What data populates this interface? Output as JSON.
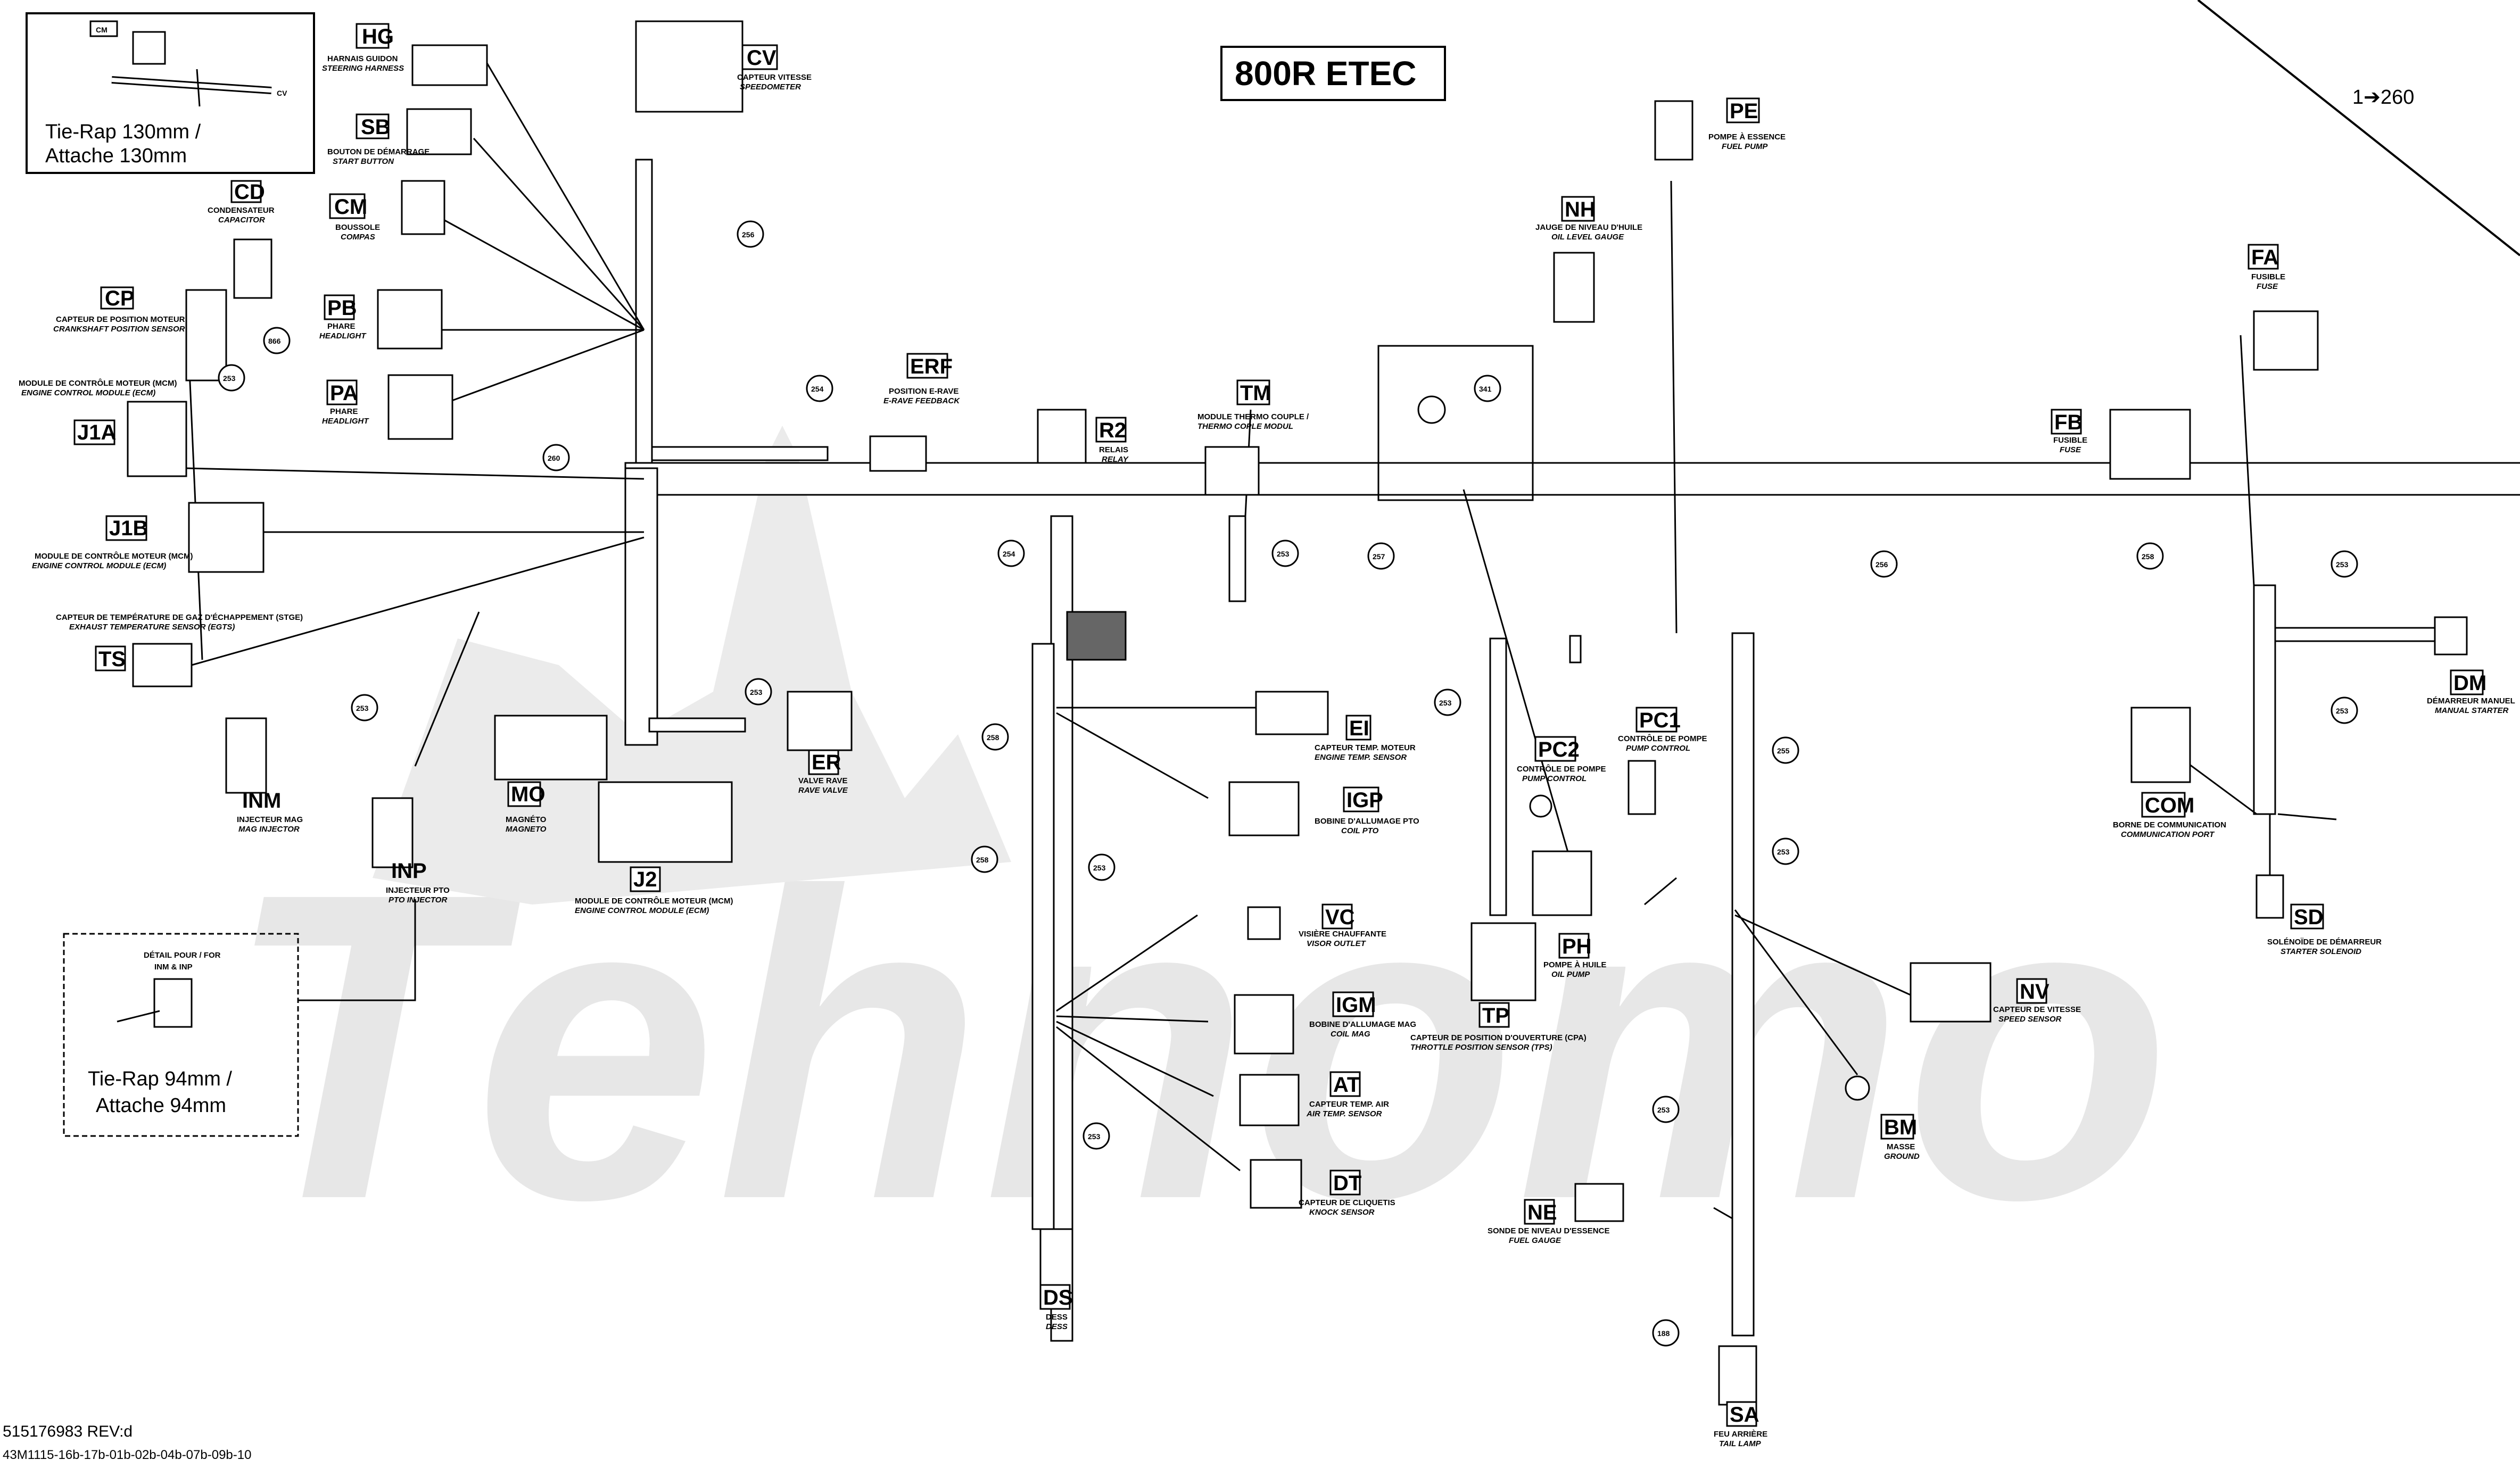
{
  "title": "800R ETEC",
  "revision": "515176983 REV:d",
  "sheet_code": "43M1115-16b-17b-01b-02b-04b-07b-09b-10",
  "watermark": "Tehnomo",
  "corner_ref": "1➔260",
  "detail_cm": {
    "tag": "CM",
    "tie_wrap": "Tie-Rap 130mm /",
    "tie_wrap2": "Attache 130mm",
    "cv_tag": "CV"
  },
  "detail_inm": {
    "header1": "DÉTAIL POUR / FOR",
    "header2": "INM & INP",
    "tie_wrap": "Tie-Rap 94mm /",
    "tie_wrap2": "Attache 94mm"
  },
  "connectors": {
    "HG": {
      "code": "HG",
      "fr": "HARNAIS GUIDON",
      "en": "STEERING HARNESS"
    },
    "SB": {
      "code": "SB",
      "fr": "BOUTON DE DÉMARRAGE",
      "en": "START BUTTON"
    },
    "CM": {
      "code": "CM",
      "fr": "BOUSSOLE",
      "en": "COMPAS"
    },
    "CD": {
      "code": "CD",
      "fr": "CONDENSATEUR",
      "en": "CAPACITOR"
    },
    "CP": {
      "code": "CP",
      "fr": "CAPTEUR DE POSITION MOTEUR",
      "en": "CRANKSHAFT POSITION SENSOR"
    },
    "PB": {
      "code": "PB",
      "fr": "PHARE",
      "en": "HEADLIGHT"
    },
    "PA": {
      "code": "PA",
      "fr": "PHARE",
      "en": "HEADLIGHT"
    },
    "J1A": {
      "code": "J1A",
      "fr": "MODULE DE CONTRÔLE MOTEUR (MCM)",
      "en": "ENGINE CONTROL MODULE (ECM)"
    },
    "J1B": {
      "code": "J1B",
      "fr": "MODULE DE CONTRÔLE MOTEUR (MCM)",
      "en": "ENGINE CONTROL MODULE (ECM)"
    },
    "TS": {
      "code": "TS",
      "fr": "CAPTEUR DE TEMPÉRATURE DE GAZ D'ÉCHAPPEMENT (STGE)",
      "en": "EXHAUST TEMPERATURE SENSOR (EGTS)"
    },
    "INM": {
      "code": "INM",
      "fr": "INJECTEUR MAG",
      "en": "MAG INJECTOR"
    },
    "INP": {
      "code": "INP",
      "fr": "INJECTEUR PTO",
      "en": "PTO INJECTOR"
    },
    "MO": {
      "code": "MO",
      "fr": "MAGNÉTO",
      "en": "MAGNETO"
    },
    "J2": {
      "code": "J2",
      "fr": "MODULE DE CONTRÔLE MOTEUR (MCM)",
      "en": "ENGINE CONTROL MODULE (ECM)"
    },
    "CV": {
      "code": "CV",
      "fr": "CAPTEUR VITESSE",
      "en": "SPEEDOMETER"
    },
    "ERF": {
      "code": "ERF",
      "fr": "POSITION E-RAVE",
      "en": "E-RAVE FEEDBACK"
    },
    "ER": {
      "code": "ER",
      "fr": "VALVE RAVE",
      "en": "RAVE VALVE"
    },
    "R2": {
      "code": "R2",
      "fr": "RELAIS",
      "en": "RELAY"
    },
    "TM": {
      "code": "TM",
      "fr": "MODULE THERMO COUPLE /",
      "en": "THERMO COPLE MODUL"
    },
    "PE": {
      "code": "PE",
      "fr": "POMPE À ESSENCE",
      "en": "FUEL PUMP"
    },
    "NH": {
      "code": "NH",
      "fr": "JAUGE DE NIVEAU D'HUILE",
      "en": "OIL LEVEL GAUGE"
    },
    "FA": {
      "code": "FA",
      "fr": "FUSIBLE",
      "en": "FUSE"
    },
    "FB": {
      "code": "FB",
      "fr": "FUSIBLE",
      "en": "FUSE"
    },
    "DM": {
      "code": "DM",
      "fr": "DÉMARREUR MANUEL",
      "en": "MANUAL STARTER"
    },
    "COM": {
      "code": "COM",
      "fr": "BORNE DE COMMUNICATION",
      "en": "COMMUNICATION PORT"
    },
    "SD": {
      "code": "SD",
      "fr": "SOLÉNOÏDE DE DÉMARREUR",
      "en": "STARTER SOLENOID"
    },
    "EI": {
      "code": "EI",
      "fr": "CAPTEUR TEMP. MOTEUR",
      "en": "ENGINE TEMP. SENSOR"
    },
    "IGP": {
      "code": "IGP",
      "fr": "BOBINE D'ALLUMAGE PTO",
      "en": "COIL PTO"
    },
    "VC": {
      "code": "VC",
      "fr": "VISIÈRE CHAUFFANTE",
      "en": "VISOR OUTLET"
    },
    "IGM": {
      "code": "IGM",
      "fr": "BOBINE D'ALLUMAGE MAG",
      "en": "COIL MAG"
    },
    "AT": {
      "code": "AT",
      "fr": "CAPTEUR TEMP. AIR",
      "en": "AIR TEMP. SENSOR"
    },
    "DT": {
      "code": "DT",
      "fr": "CAPTEUR DE CLIQUETIS",
      "en": "KNOCK SENSOR"
    },
    "DS": {
      "code": "DS",
      "fr": "DESS",
      "en": "DESS"
    },
    "PC2": {
      "code": "PC2",
      "fr": "CONTRÔLE DE POMPE",
      "en": "PUMP CONTROL"
    },
    "PC1": {
      "code": "PC1",
      "fr": "CONTRÔLE DE POMPE",
      "en": "PUMP CONTROL"
    },
    "PH": {
      "code": "PH",
      "fr": "POMPE À HUILE",
      "en": "OIL PUMP"
    },
    "TP": {
      "code": "TP",
      "fr": "CAPTEUR DE POSITION D'OUVERTURE (CPA)",
      "en": "THROTTLE POSITION SENSOR (TPS)"
    },
    "NV": {
      "code": "NV",
      "fr": "CAPTEUR DE VITESSE",
      "en": "SPEED SENSOR"
    },
    "BM": {
      "code": "BM",
      "fr": "MASSE",
      "en": "GROUND"
    },
    "NE": {
      "code": "NE",
      "fr": "SONDE DE NIVEAU D'ESSENCE",
      "en": "FUEL GAUGE"
    },
    "SA": {
      "code": "SA",
      "fr": "FEU ARRIÈRE",
      "en": "TAIL LAMP"
    }
  },
  "refs": [
    "256",
    "866",
    "253",
    "260",
    "254",
    "341",
    "253",
    "257",
    "256",
    "258",
    "253",
    "253",
    "254",
    "253",
    "258",
    "258",
    "253",
    "253",
    "253",
    "255",
    "253",
    "253",
    "253",
    "188"
  ]
}
